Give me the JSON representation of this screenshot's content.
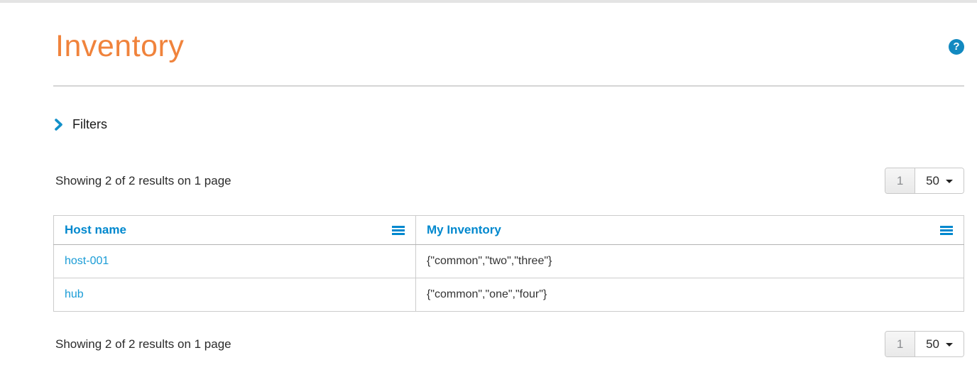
{
  "page": {
    "title": "Inventory"
  },
  "icons": {
    "help": "?",
    "chevron_right": "chevron-right",
    "column_menu": "hamburger-menu",
    "caret_down": "caret-down"
  },
  "filters": {
    "label": "Filters"
  },
  "results": {
    "top_text": "Showing 2 of 2 results on 1 page",
    "bottom_text": "Showing 2 of 2 results on 1 page"
  },
  "pagination": {
    "current_page": "1",
    "page_size": "50"
  },
  "table": {
    "columns": [
      {
        "label": "Host name"
      },
      {
        "label": "My Inventory"
      }
    ],
    "rows": [
      {
        "host": "host-001",
        "inventory": "{\"common\",\"two\",\"three\"}"
      },
      {
        "host": "hub",
        "inventory": "{\"common\",\"one\",\"four\"}"
      }
    ]
  },
  "colors": {
    "title_orange": "#f0833c",
    "header_blue": "#0088ce",
    "link_blue": "#1a9cd6",
    "help_blue": "#1289c0"
  }
}
